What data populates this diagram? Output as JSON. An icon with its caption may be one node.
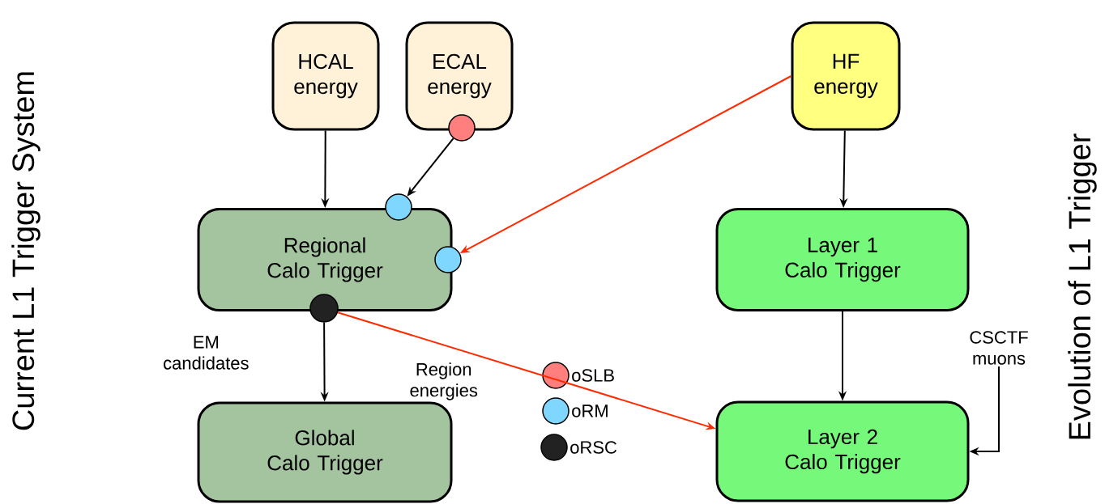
{
  "diagram": {
    "nodes": [
      {
        "text": [
          "HCAL energy"
        ]
      },
      {
        "text": [
          "ECAL energy"
        ]
      },
      {
        "text": [
          "HF energy"
        ]
      },
      {
        "text": [
          "Regional Calo Trigger"
        ]
      },
      {
        "text": [
          "Layer 1 Calo Trigger"
        ]
      },
      {
        "text": [
          "Global Calo Trigger"
        ]
      },
      {
        "text": [
          "Layer 2 Calo Trigger"
        ]
      },
      {
        "text": [
          "CSCTF muons"
        ]
      },
      {
        "text": [],
        "shape": "circle"
      },
      {
        "text": [],
        "shape": "circle"
      },
      {
        "text": [],
        "shape": "circle"
      },
      {
        "text": [],
        "shape": "circle"
      }
    ],
    "edges": [
      {
        "from": 0,
        "to": 3,
        "arrow": "to"
      },
      {
        "from": 8,
        "to": 9,
        "arrow": "to"
      },
      {
        "from": 2,
        "to": 10,
        "arrow": "to",
        "color": "#ff2a00"
      },
      {
        "from": 11,
        "to": 5,
        "arrow": "to",
        "label": "EM candidates"
      },
      {
        "from": 11,
        "to": 6,
        "arrow": "to",
        "label": "Region energies",
        "color": "#ff2a00"
      },
      {
        "from": 2,
        "to": 4,
        "arrow": "to"
      },
      {
        "from": 4,
        "to": 6,
        "arrow": "to"
      },
      {
        "from": 7,
        "to": 6,
        "arrow": "to"
      }
    ],
    "labels": [
      "Current L1 Trigger System",
      "Evolution of L1 Trigger"
    ],
    "legend": [
      {
        "text": "oSLB",
        "color": "#ff7f7f"
      },
      {
        "text": "oRM",
        "color": "#7fd7ff"
      },
      {
        "text": "oRSC",
        "color": "#222222"
      }
    ]
  }
}
